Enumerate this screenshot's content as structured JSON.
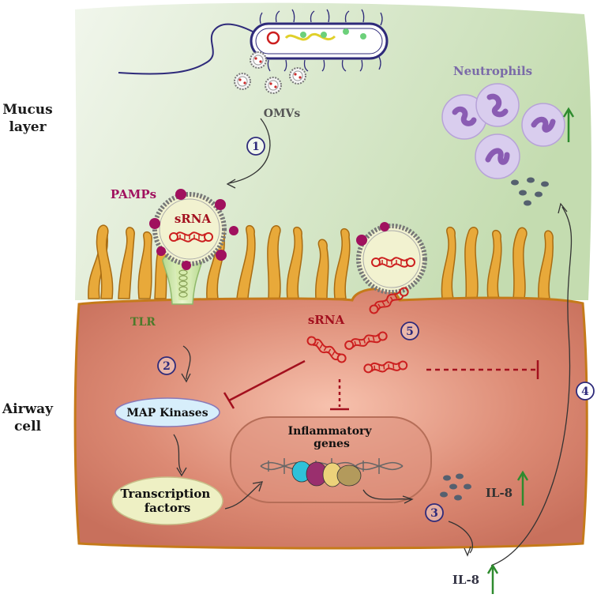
{
  "labels": {
    "mucus_layer": "Mucus\nlayer",
    "airway_cell": "Airway\ncell",
    "omvs": "OMVs",
    "pamps": "PAMPs",
    "srna_vesicle": "sRNA",
    "srna_cell": "sRNA",
    "tlr": "TLR",
    "neutrophils": "Neutrophils",
    "map_kinases": "MAP Kinases",
    "transcription_factors": "Transcription\nfactors",
    "inflammatory_genes": "Inflammatory\ngenes",
    "il8_cell": "IL-8",
    "il8_outside": "IL-8"
  },
  "steps": [
    "1",
    "2",
    "3",
    "4",
    "5"
  ],
  "colors": {
    "mucus": "#dbe8cc",
    "cell": "#cf7a63",
    "cell_border": "#c57a1a",
    "cilia": "#e8a93a",
    "srna": "#cc1f1f",
    "pamps": "#a0105e",
    "step_circle": "#2e2a7a",
    "up_arrow": "#2e8b2e",
    "neutrophil": "#c9b6e6",
    "il8_dots": "#4b5566"
  },
  "icons": [
    "bacterium-icon",
    "omv-icon",
    "neutrophil-icon",
    "dna-icon",
    "srna-hairpin-icon",
    "up-arrow-icon"
  ]
}
